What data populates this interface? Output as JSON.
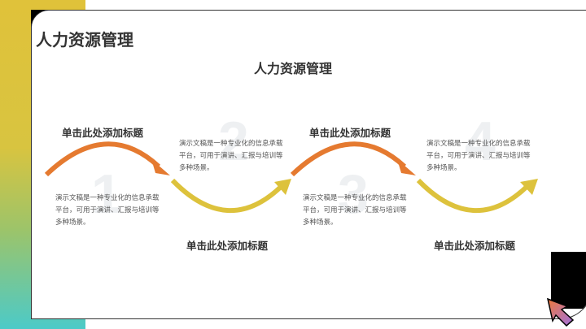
{
  "header": {
    "title": "人力资源管理",
    "subtitle": "人力资源管理"
  },
  "steps": [
    {
      "number": "1",
      "title": "单击此处添加标题",
      "text": "演示文稿是一种专业化的信息承载平台，可用于演讲、汇报与培训等多种场景。"
    },
    {
      "number": "2",
      "title": "单击此处添加标题",
      "text": "演示文稿是一种专业化的信息承载平台，可用于演讲、汇报与培训等多种场景。"
    },
    {
      "number": "3",
      "title": "单击此处添加标题",
      "text": "演示文稿是一种专业化的信息承载平台，可用于演讲、汇报与培训等多种场景。"
    },
    {
      "number": "4",
      "title": "单击此处添加标题",
      "text": "演示文稿是一种专业化的信息承载平台，可用于演讲、汇报与培训等多种场景。"
    }
  ],
  "colors": {
    "orange": "#e57a30",
    "yellow": "#ddc23c",
    "strip_top": "#e0c23a",
    "strip_bottom": "#4ccac8"
  },
  "icons": {
    "corner": "cursor-arrow-icon"
  }
}
